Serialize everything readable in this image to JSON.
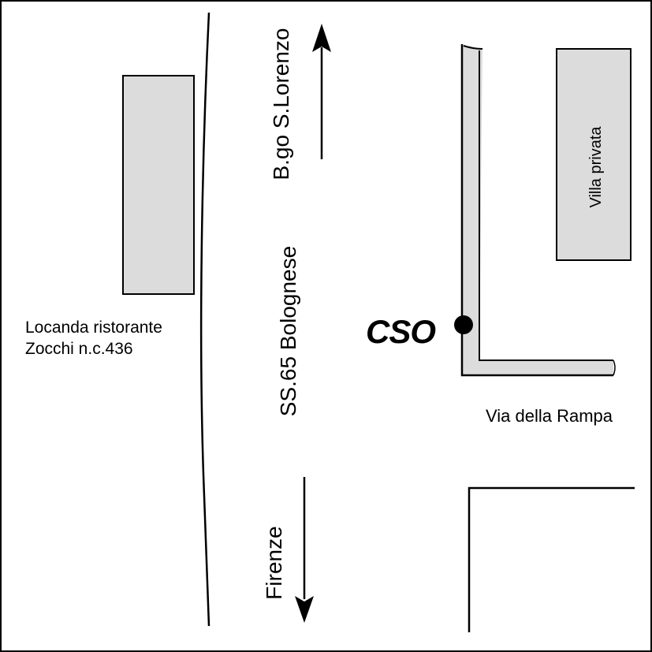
{
  "labels": {
    "borgo": "B.go S.Lorenzo",
    "road": "SS.65 Bolognese",
    "firenze": "Firenze",
    "villa": "Villa privata",
    "locanda_line1": "Locanda ristorante",
    "locanda_line2": "Zocchi n.c.436",
    "cso": "CSO",
    "via_rampa": "Via della Rampa"
  },
  "colors": {
    "building_fill": "#dcdcdc",
    "sidewalk_fill": "#dcdcdc",
    "line": "#000000",
    "background": "#ffffff"
  },
  "icons": {
    "north_arrow": "arrow-up-icon",
    "south_arrow": "arrow-down-icon",
    "location_marker": "filled-circle-icon"
  }
}
